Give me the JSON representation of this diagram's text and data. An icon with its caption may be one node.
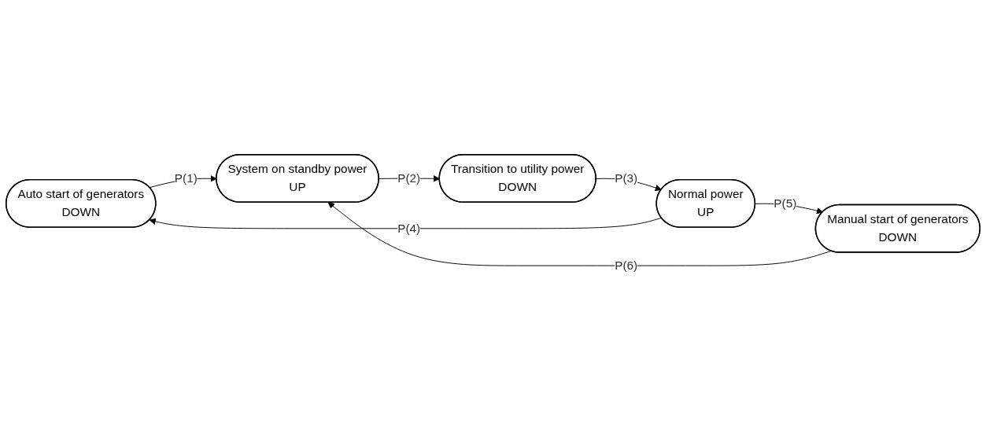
{
  "diagram": {
    "nodes": [
      {
        "text": [
          "Auto start of generators",
          "DOWN"
        ]
      },
      {
        "text": [
          "System on standby power",
          "UP"
        ]
      },
      {
        "text": [
          "Transition to utility power",
          "DOWN"
        ]
      },
      {
        "text": [
          "Normal power",
          "UP"
        ]
      },
      {
        "text": [
          "Manual start of generators",
          "DOWN"
        ]
      }
    ],
    "edges": [
      {
        "from": 0,
        "to": 1,
        "label": "P(1)",
        "arrow": "to"
      },
      {
        "from": 1,
        "to": 2,
        "label": "P(2)",
        "arrow": "to"
      },
      {
        "from": 2,
        "to": 3,
        "label": "P(3)",
        "arrow": "to"
      },
      {
        "from": 3,
        "to": 0,
        "label": "P(4)",
        "arrow": "to"
      },
      {
        "from": 3,
        "to": 4,
        "label": "P(5)",
        "arrow": "to"
      },
      {
        "from": 4,
        "to": 1,
        "label": "P(6)",
        "arrow": "to"
      }
    ]
  }
}
